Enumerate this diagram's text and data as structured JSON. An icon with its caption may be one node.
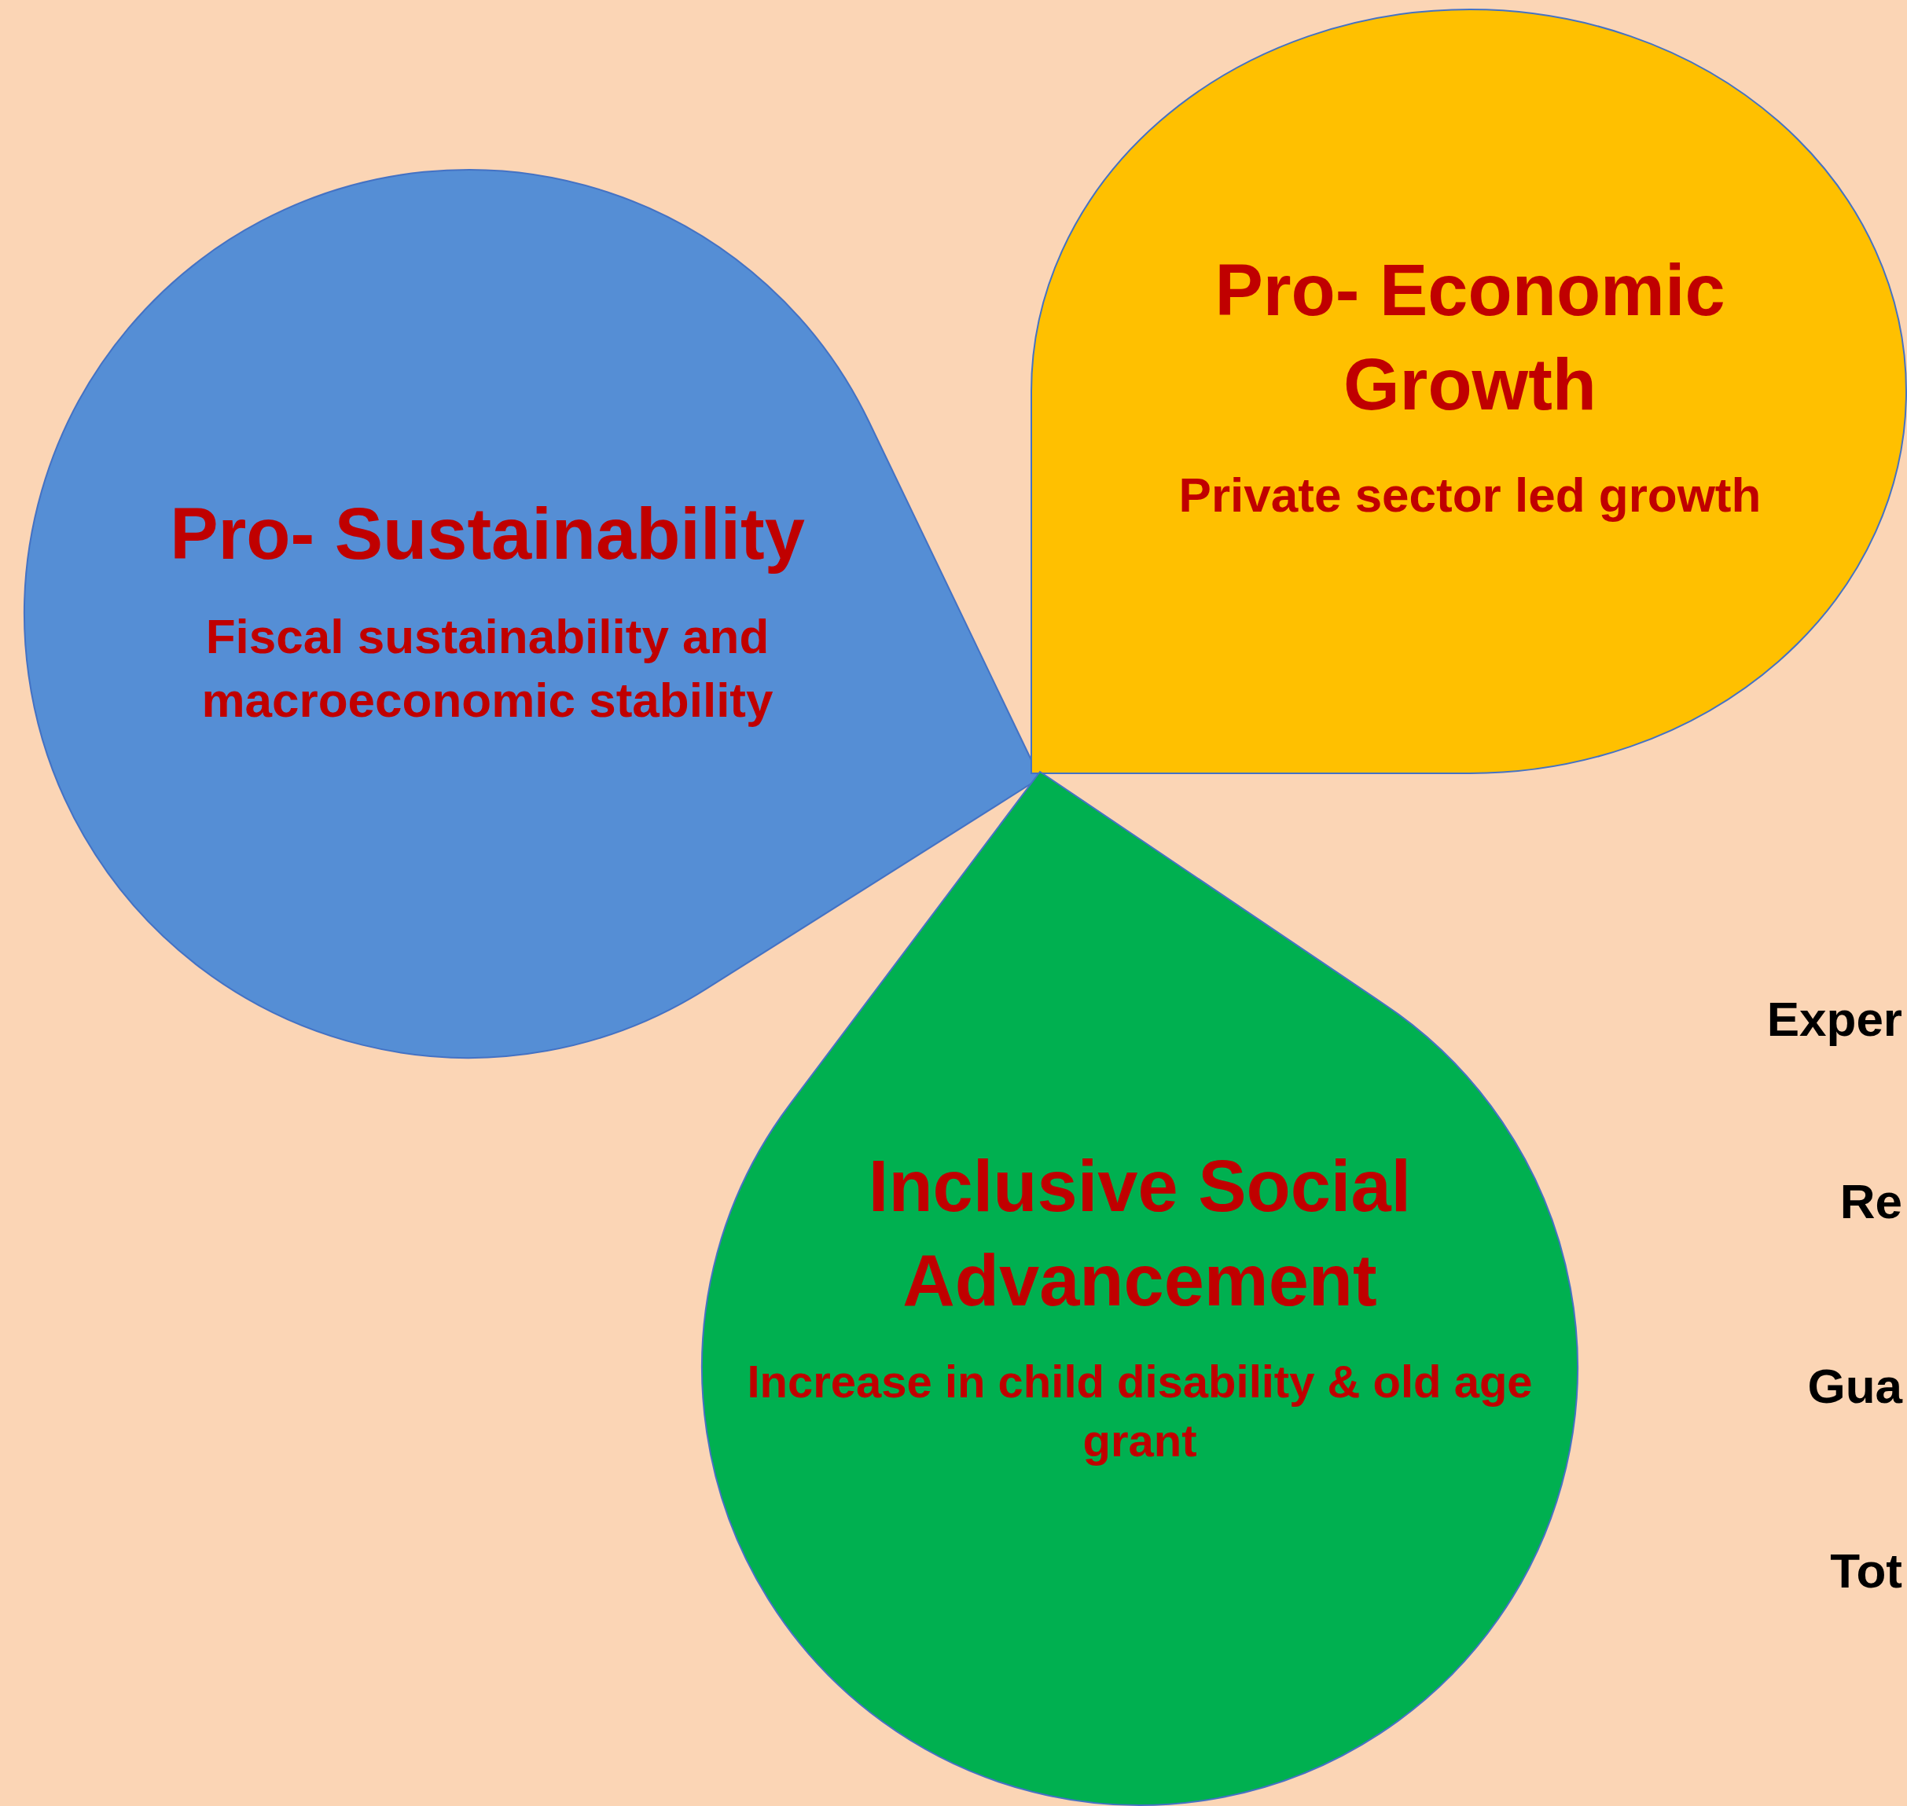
{
  "diagram": {
    "nodes": [
      {
        "text": [
          "Pro- Sustainability",
          "Fiscal sustainability and macroeconomic stability"
        ]
      },
      {
        "text": [
          "Pro- Economic Growth",
          "Private sector led growth"
        ]
      },
      {
        "text": [
          "Inclusive Social Advancement",
          "Increase in child disability & old age grant"
        ]
      }
    ],
    "labels": [
      "Exper",
      "Re",
      "Gua",
      "Tot"
    ]
  }
}
